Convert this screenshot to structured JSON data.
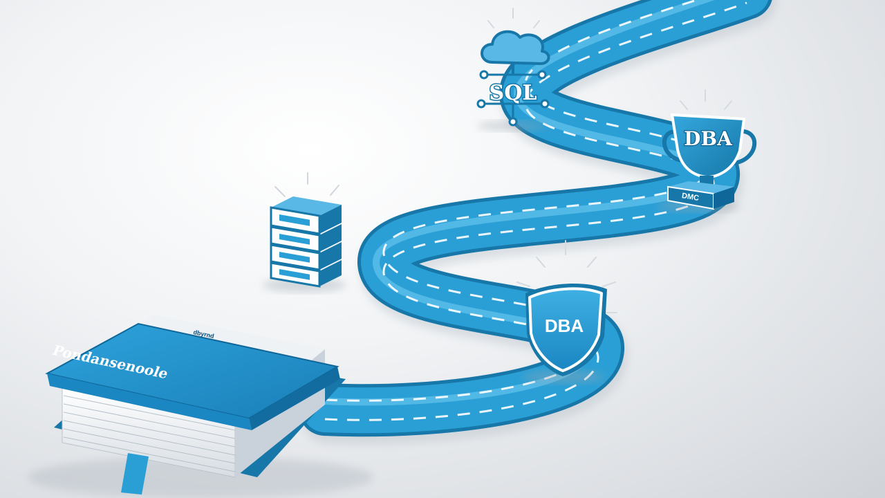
{
  "colors": {
    "road": "#2a9fd6",
    "road_dark": "#1677a8",
    "road_light": "#64c3ec",
    "background": "#eceef1",
    "accent": "#1b86c4"
  },
  "book": {
    "title": "Pondansenoole",
    "spine_text": "dbyrnd",
    "icon": "book-icon"
  },
  "server": {
    "icon": "server-stack-icon"
  },
  "cloud_sql": {
    "label": "SQL",
    "icon": "cloud-database-icon"
  },
  "shield": {
    "label": "DBA",
    "icon": "shield-icon"
  },
  "trophy": {
    "label": "DBA",
    "base_label": "DMC",
    "icon": "trophy-icon"
  },
  "road": {
    "icon": "winding-road-icon"
  }
}
